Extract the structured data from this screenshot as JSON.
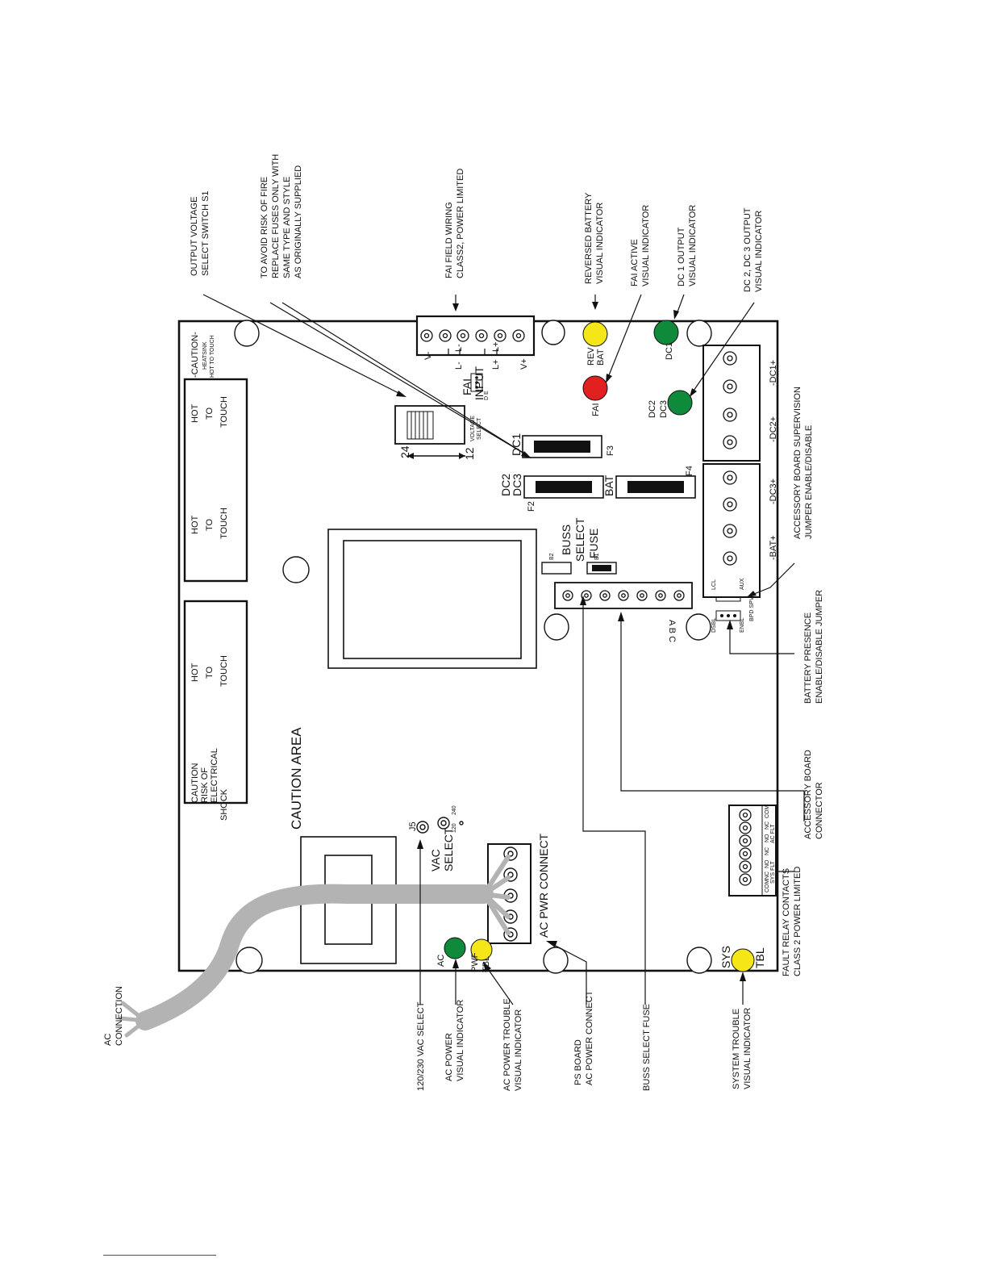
{
  "callouts": {
    "ac_connection": [
      "AC",
      "CONNECTION"
    ],
    "vac_select": [
      "120/230 VAC SELECT"
    ],
    "ac_power_indicator": [
      "AC POWER",
      "VISUAL INDICATOR"
    ],
    "ac_power_trouble": [
      "AC POWER TROUBLE",
      "VISUAL INDICATOR"
    ],
    "ps_board": [
      "PS BOARD",
      "AC POWER CONNECT"
    ],
    "buss_select_fuse": [
      "BUSS SELECT FUSE"
    ],
    "system_trouble": [
      "SYSTEM TROUBLE",
      "VISUAL INDICATOR"
    ],
    "fault_relay": [
      "FAULT RELAY CONTACTS",
      "CLASS 2 POWER LIMITED"
    ],
    "accessory_connector": [
      "ACCESSORY BOARD",
      "CONNECTOR"
    ],
    "battery_presence": [
      "BATTERY PRESENCE",
      "ENABLE/DISABLE JUMPER"
    ],
    "accessory_supervision": [
      "ACCESSORY BOARD SUPERVISION",
      "JUMPER ENABLE/DISABLE"
    ],
    "output_voltage": [
      "OUTPUT VOLTAGE",
      "SELECT SWITCH S1"
    ],
    "fuse_warning": [
      "TO AVOID RISK OF FIRE",
      "REPLACE FUSES ONLY WITH",
      "SAME TYPE AND STYLE",
      "AS ORIGINALLY SUPPLIED"
    ],
    "fai_field": [
      "FAI FIELD WIRING",
      "CLASS2, POWER LIMITED"
    ],
    "reversed_battery": [
      "REVERSED BATTERY",
      "VISUAL INDICATOR"
    ],
    "fai_active": [
      "FAI ACTIVE",
      "VISUAL INDICATOR"
    ],
    "dc1_output": [
      "DC 1 OUTPUT",
      "VISUAL INDICATOR"
    ],
    "dc23_output": [
      "DC 2, DC 3 OUTPUT",
      "VISUAL INDICATOR"
    ]
  },
  "board": {
    "caution_area": "CAUTION AREA",
    "shock_warning": [
      "CAUTION",
      "RISK OF",
      "ELECTRICAL",
      "SHOCK"
    ],
    "hot_to_touch": [
      "HOT",
      "TO",
      "TOUCH"
    ],
    "heatsink_caution": [
      "-CAUTION-",
      "HEATSINK",
      "HOT TO TOUCH"
    ],
    "vac_select": [
      "VAC",
      "SELECT"
    ],
    "j5": "J5",
    "v120": "120",
    "v240": "240",
    "ac_pwr_connect": "AC PWR CONNECT",
    "ac": "AC",
    "pwr_tbl": [
      "PWF",
      "TBL"
    ],
    "sys_tbl": [
      "SYS",
      "TBL"
    ],
    "relay_terms": [
      "COM",
      "NC",
      "NO",
      "NC",
      "NO",
      "NC",
      "COM"
    ],
    "relay_groups": [
      "SYS FLT",
      "AC FLT"
    ],
    "abc": "A B C",
    "buss_select_fuse": [
      "BUSS",
      "SELECT",
      "FUSE"
    ],
    "b1": "B1",
    "b2": "B2",
    "lcl": "LCL",
    "aux": "AUX",
    "dsbl": "DSBL",
    "enbl": "ENBL",
    "bpd_spv": "BPD SPV",
    "bat_terms": [
      "-BAT+",
      "-DC3+"
    ],
    "dc_terms": [
      "-DC2+",
      "-DC1+"
    ],
    "f1_label": "DC1",
    "f2_label": [
      "DC2",
      "DC3"
    ],
    "f4_label": "BAT",
    "f2": "F2",
    "f3": "F3",
    "f4": "F4",
    "voltage_select": [
      "VOLTAGE",
      "SELECT"
    ],
    "v24": "24",
    "v12": "12",
    "fai_input": [
      "FAI",
      "INPUT"
    ],
    "de": "D  E",
    "fai_terms": [
      "V-",
      "L-",
      "L-",
      "L+",
      "L+",
      "V+"
    ],
    "fai": "FAI",
    "rev_bat": [
      "REV",
      "BAT"
    ],
    "dc1": "DC1",
    "dc23": [
      "DC2",
      "DC3"
    ]
  },
  "colors": {
    "led_green": "#0f8a3a",
    "led_yellow": "#f4e617",
    "led_red": "#e32020",
    "cable": "#b3b3b3"
  }
}
